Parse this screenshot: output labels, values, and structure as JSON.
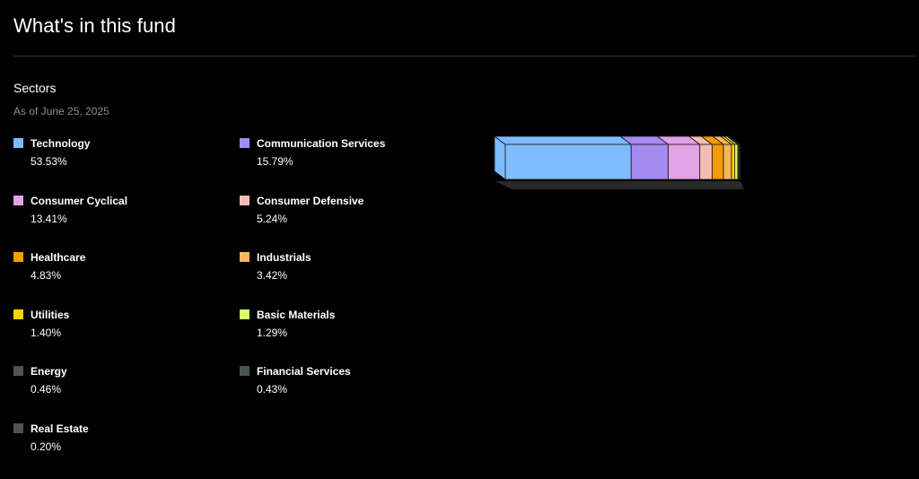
{
  "header": {
    "title": "What's in this fund"
  },
  "sectors": {
    "title": "Sectors",
    "as_of": "As of June 25, 2025",
    "items": [
      {
        "name": "Technology",
        "value": "53.53%",
        "color": "#7ebcff"
      },
      {
        "name": "Communication Services",
        "value": "15.79%",
        "color": "#a58af0"
      },
      {
        "name": "Consumer Cyclical",
        "value": "13.41%",
        "color": "#e1a2e6"
      },
      {
        "name": "Consumer Defensive",
        "value": "5.24%",
        "color": "#f5bcb4"
      },
      {
        "name": "Healthcare",
        "value": "4.83%",
        "color": "#f59c00"
      },
      {
        "name": "Industrials",
        "value": "3.42%",
        "color": "#f7b65c"
      },
      {
        "name": "Utilities",
        "value": "1.40%",
        "color": "#ffd500"
      },
      {
        "name": "Basic Materials",
        "value": "1.29%",
        "color": "#d6ff66"
      },
      {
        "name": "Energy",
        "value": "0.46%",
        "color": "#4b5558"
      },
      {
        "name": "Financial Services",
        "value": "0.43%",
        "color": "#4b5558"
      },
      {
        "name": "Real Estate",
        "value": "0.20%",
        "color": "#4b5558"
      }
    ]
  },
  "chart_data": {
    "type": "bar",
    "categories": [
      "Technology",
      "Communication Services",
      "Consumer Cyclical",
      "Consumer Defensive",
      "Healthcare",
      "Industrials",
      "Utilities",
      "Basic Materials",
      "Energy",
      "Financial Services",
      "Real Estate"
    ],
    "values": [
      53.53,
      15.79,
      13.41,
      5.24,
      4.83,
      3.42,
      1.4,
      1.29,
      0.46,
      0.43,
      0.2
    ],
    "stacked": true,
    "orientation": "horizontal",
    "grid": false
  }
}
